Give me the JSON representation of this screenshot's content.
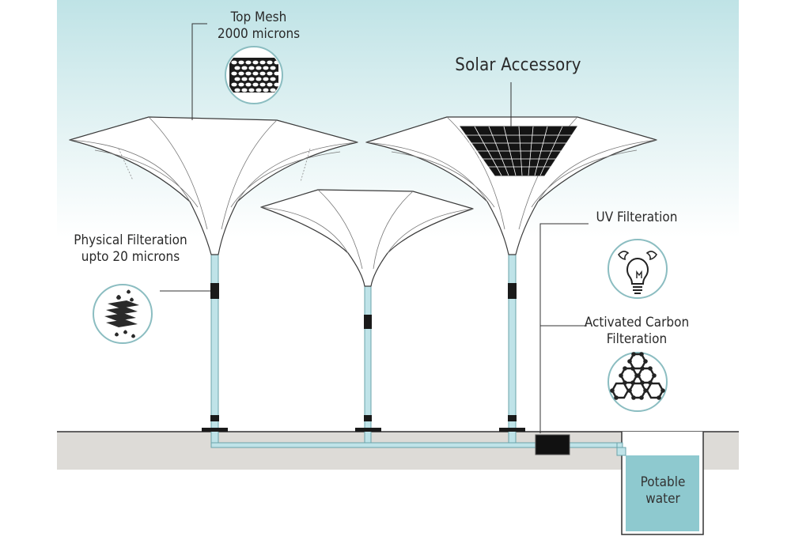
{
  "labels": {
    "top_mesh": {
      "line1": "Top Mesh",
      "line2": "2000 microns"
    },
    "solar": "Solar Accessory",
    "physical": {
      "line1": "Physical Filteration",
      "line2": "upto 20 microns"
    },
    "uv": "UV Filteration",
    "carbon": {
      "line1": "Activated Carbon",
      "line2": "Filteration"
    },
    "water": {
      "line1": "Potable",
      "line2": "water"
    }
  },
  "colors": {
    "sky": "#bfe3e6",
    "pipe": "#bfe3e8",
    "ground": "#dddbd7",
    "outline": "#333333",
    "tank_water": "#8ec9cf"
  },
  "icons": [
    "hexagon-mesh-icon",
    "layered-filter-icon",
    "uv-bulb-icon",
    "carbon-molecule-icon",
    "solar-panel-icon",
    "pump-box-icon"
  ]
}
